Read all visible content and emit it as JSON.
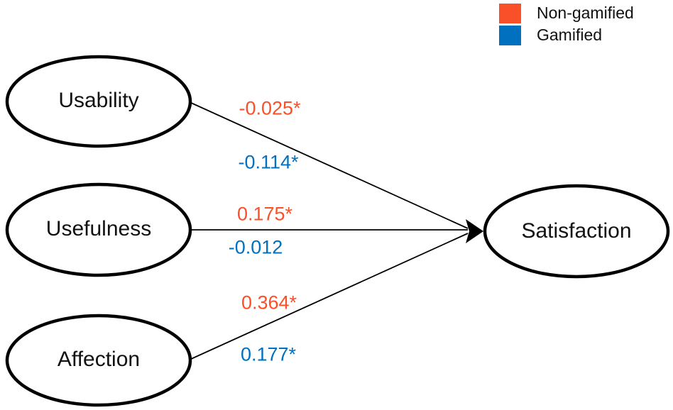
{
  "diagram": {
    "type": "structural-equation-path-model",
    "nodes": {
      "usability": {
        "label": "Usability"
      },
      "usefulness": {
        "label": "Usefulness"
      },
      "affection": {
        "label": "Affection"
      },
      "satisfaction": {
        "label": "Satisfaction"
      }
    },
    "paths": [
      {
        "from": "Usability",
        "to": "Satisfaction",
        "non_gamified": "-0.025*",
        "gamified": "-0.114*"
      },
      {
        "from": "Usefulness",
        "to": "Satisfaction",
        "non_gamified": "0.175*",
        "gamified": "-0.012"
      },
      {
        "from": "Affection",
        "to": "Satisfaction",
        "non_gamified": "0.364*",
        "gamified": "0.177*"
      }
    ]
  },
  "legend": {
    "items": [
      {
        "label": "Non-gamified",
        "color": "#F9502A"
      },
      {
        "label": "Gamified",
        "color": "#0070BF"
      }
    ]
  },
  "colors": {
    "non_gamified": "#F9502A",
    "gamified": "#0070BF",
    "node_stroke": "#000000",
    "background": "#FFFFFF"
  }
}
